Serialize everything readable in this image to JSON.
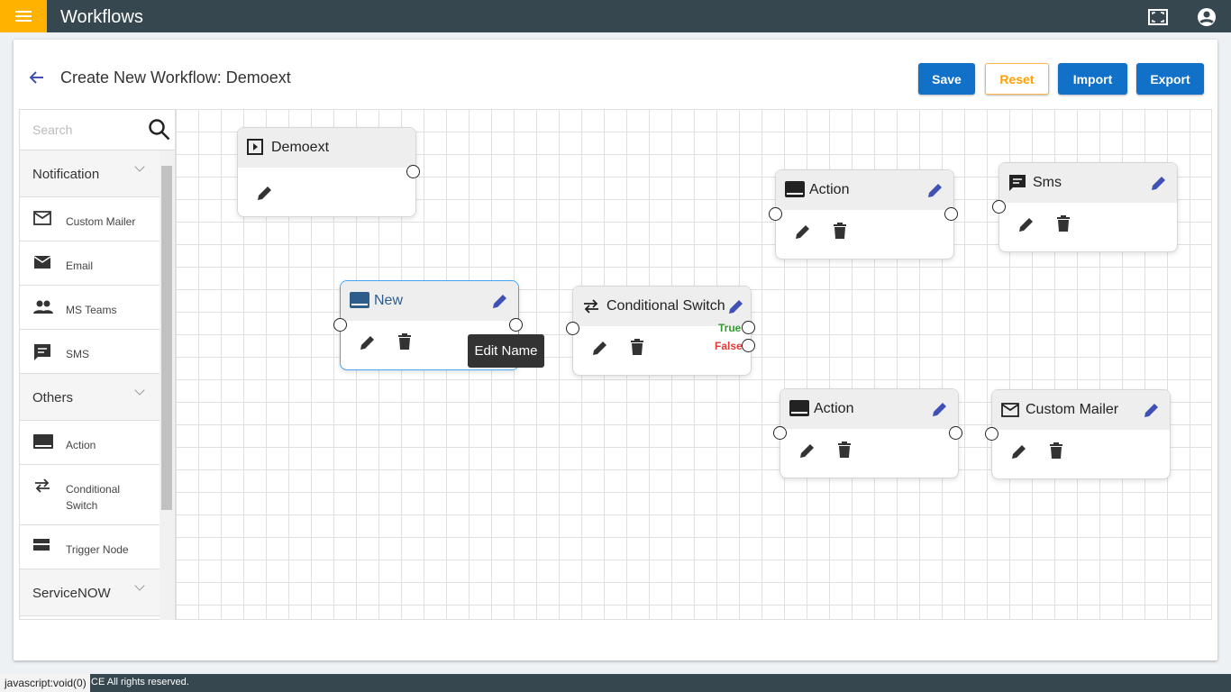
{
  "app": {
    "title": "Workflows"
  },
  "header": {
    "title": "Create New Workflow: Demoext",
    "buttons": {
      "save": "Save",
      "reset": "Reset",
      "import": "Import",
      "export": "Export"
    }
  },
  "sidebar": {
    "search_placeholder": "Search",
    "sections": [
      {
        "label": "Notification",
        "items": [
          "Custom Mailer",
          "Email",
          "MS Teams",
          "SMS"
        ]
      },
      {
        "label": "Others",
        "items": [
          "Action",
          "Conditional Switch",
          "Trigger Node"
        ]
      },
      {
        "label": "ServiceNOW",
        "items": []
      }
    ]
  },
  "nodes": {
    "demoext": "Demoext",
    "new": "New",
    "switch": "Conditional Switch",
    "action1": "Action",
    "sms": "Sms",
    "action2": "Action",
    "mailer": "Custom Mailer",
    "true_label": "True",
    "false_label": "False"
  },
  "tooltip": "Edit Name",
  "footer": {
    "status": "javascript:void(0)",
    "copyright": "CE All rights reserved."
  },
  "colors": {
    "accent": "#ffb300",
    "topbar": "#37474f",
    "button": "#1170c8",
    "edit_icon": "#3f51b5",
    "true": "#2e9d2e",
    "false": "#e53935"
  }
}
